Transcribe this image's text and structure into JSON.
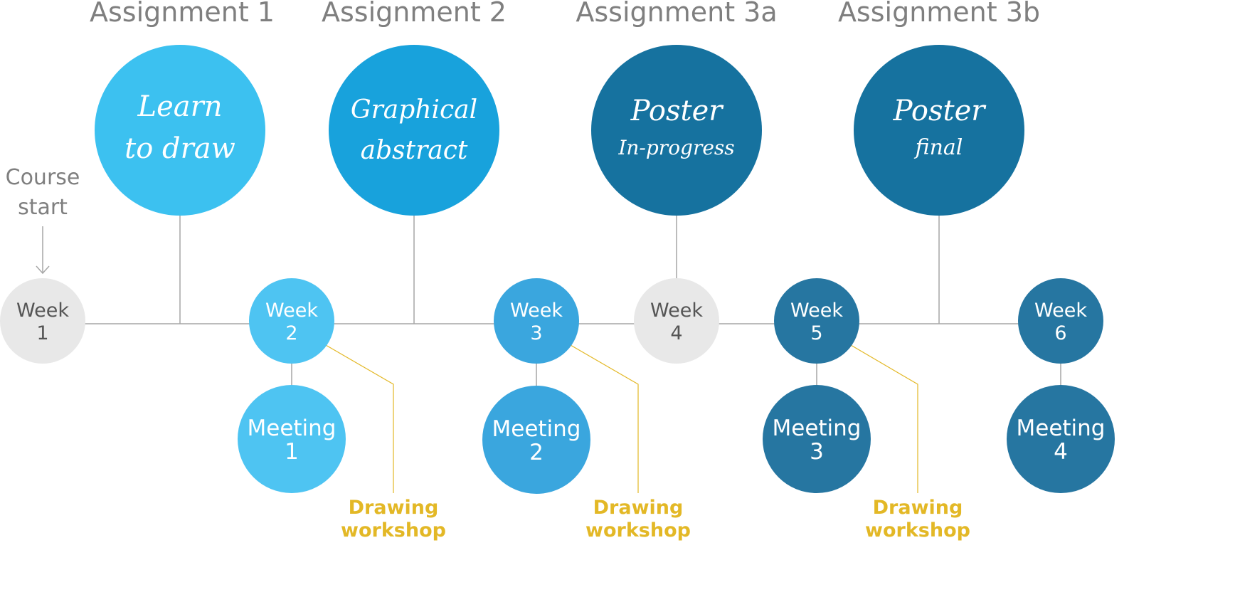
{
  "colors": {
    "assignment_1": "#3cc1f0",
    "assignment_2": "#18a2dc",
    "assignment_3": "#16729f",
    "week_inactive": "#e8e8e8",
    "week_1_phase": "#4ec4f2",
    "week_2_phase": "#3aa6de",
    "week_3_phase": "#2676a1",
    "workshop": "#e3b826",
    "line": "#a6a6a6",
    "title_text": "#7f7f7f"
  },
  "course_start": {
    "line1": "Course",
    "line2": "start",
    "icon": "arrow-down-icon"
  },
  "assignments": [
    {
      "title": "Assignment 1",
      "line1": "Learn",
      "line2": "to draw"
    },
    {
      "title": "Assignment 2",
      "line1": "Graphical",
      "line2": "abstract"
    },
    {
      "title": "Assignment 3a",
      "line1": "Poster",
      "line2": "In-progress"
    },
    {
      "title": "Assignment 3b",
      "line1": "Poster",
      "line2": "final"
    }
  ],
  "weeks": [
    {
      "label": "Week",
      "number": "1"
    },
    {
      "label": "Week",
      "number": "2"
    },
    {
      "label": "Week",
      "number": "3"
    },
    {
      "label": "Week",
      "number": "4"
    },
    {
      "label": "Week",
      "number": "5"
    },
    {
      "label": "Week",
      "number": "6"
    }
  ],
  "meetings": [
    {
      "label": "Meeting",
      "number": "1"
    },
    {
      "label": "Meeting",
      "number": "2"
    },
    {
      "label": "Meeting",
      "number": "3"
    },
    {
      "label": "Meeting",
      "number": "4"
    }
  ],
  "workshops": [
    {
      "line1": "Drawing",
      "line2": "workshop"
    },
    {
      "line1": "Drawing",
      "line2": "workshop"
    },
    {
      "line1": "Drawing",
      "line2": "workshop"
    }
  ]
}
